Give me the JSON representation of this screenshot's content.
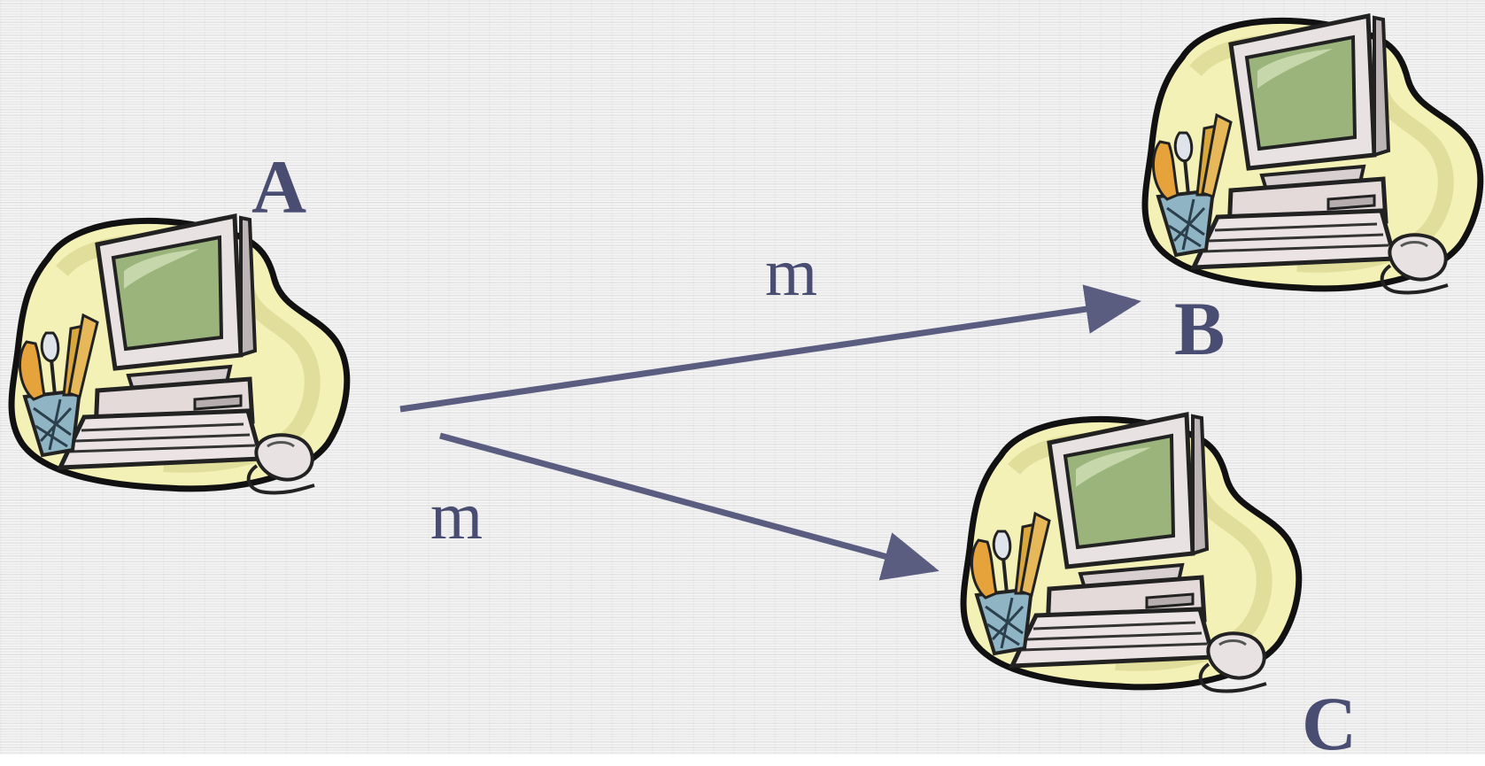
{
  "nodes": [
    {
      "id": "A",
      "label": "A",
      "icon": "desktop-computer-icon"
    },
    {
      "id": "B",
      "label": "B",
      "icon": "desktop-computer-icon"
    },
    {
      "id": "C",
      "label": "C",
      "icon": "desktop-computer-icon"
    }
  ],
  "edges": [
    {
      "from": "A",
      "to": "B",
      "label": "m"
    },
    {
      "from": "A",
      "to": "C",
      "label": "m"
    }
  ],
  "colors": {
    "text": "#4a4d72",
    "arrow": "#5a5d80",
    "background": "#ecebeb",
    "blob": "#f4f1b6",
    "screen": "#9ab47c"
  }
}
